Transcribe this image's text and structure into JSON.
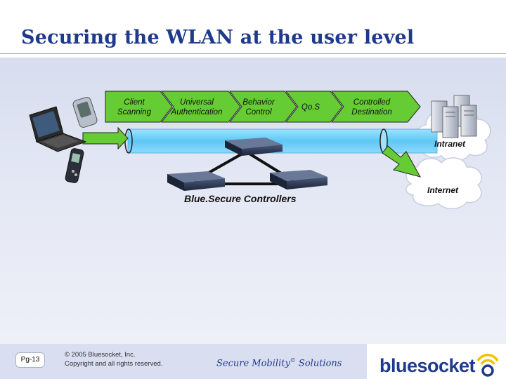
{
  "slide": {
    "title": "Securing the WLAN at the user level"
  },
  "steps": [
    {
      "label": "Client Scanning"
    },
    {
      "label": "Universal Authentication"
    },
    {
      "label": "Behavior Control"
    },
    {
      "label": "Qo.S"
    },
    {
      "label": "Controlled Destination"
    }
  ],
  "clouds": {
    "intranet": "Intranet",
    "internet": "Internet"
  },
  "controllers_label": "Blue.Secure Controllers",
  "footer": {
    "page": "Pg-13",
    "copyright_line1": "© 2005 Bluesocket, Inc.",
    "copyright_line2": "Copyright and all rights reserved.",
    "tagline_main": "Secure Mobility",
    "tagline_mark": "©",
    "tagline_end": " Solutions",
    "logo": "bluesocket"
  },
  "colors": {
    "title": "#1f3a8c",
    "chevron_green": "#66cc33",
    "tunnel_blue": "#66ccff",
    "brand_blue": "#1f3a8c",
    "logo_accent": "#f2c200"
  },
  "icons": [
    "pda-icon",
    "laptop-icon",
    "mobile-phone-icon",
    "server-cluster-icon",
    "controller-device-icon",
    "wifi-signal-icon"
  ]
}
